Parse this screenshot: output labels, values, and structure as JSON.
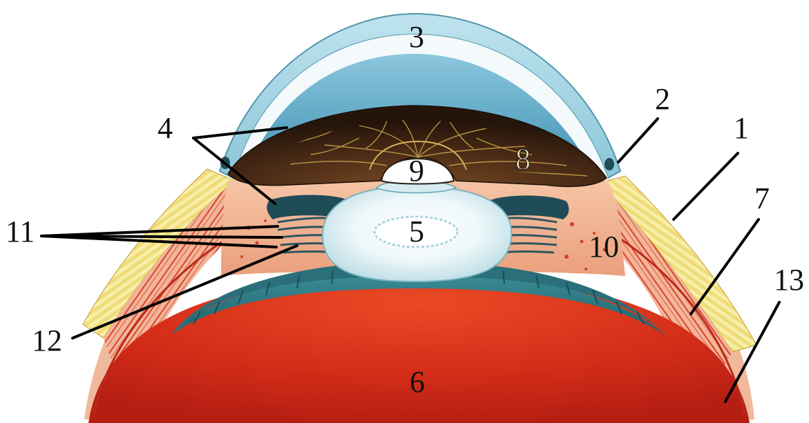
{
  "figure": {
    "labels": {
      "l1": "1",
      "l2": "2",
      "l3": "3",
      "l4": "4",
      "l5": "5",
      "l6": "6",
      "l7": "7",
      "l8": "8",
      "l9": "9",
      "l10": "10",
      "l11": "11",
      "l12": "12",
      "l13": "13"
    },
    "colors": {
      "cornea": "#9fd3e2",
      "cornea_edge": "#4f96ac",
      "anterior_chamber": "#5ea9c6",
      "iris": "#3b2414",
      "iris_fibers": "#c9a24a",
      "lens": "#e8f3f6",
      "ciliary": "#f0b08f",
      "sclera_yellow": "#f3e27a",
      "muscle_red": "#d9442c",
      "retina_teal": "#2e7b86",
      "vitreous": "#d7301b",
      "posterior_chamber": "#1f4c57"
    }
  }
}
